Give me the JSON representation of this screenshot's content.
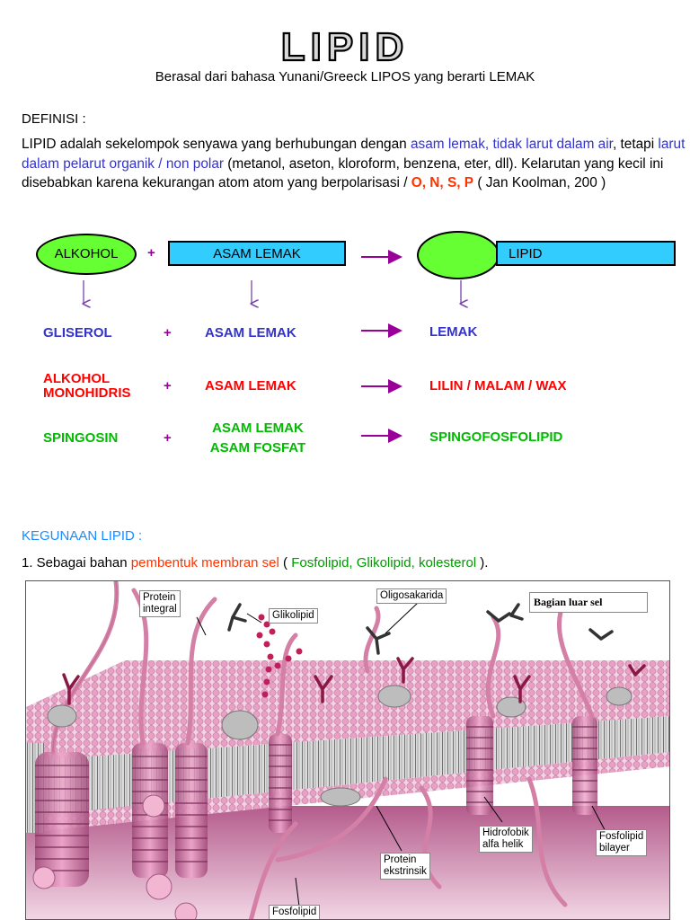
{
  "title": "LIPID",
  "subtitle": "Berasal dari bahasa Yunani/Greeck  LIPOS yang berarti LEMAK",
  "definition": {
    "label": "DEFINISI :",
    "t1": "LIPID adalah sekelompok senyawa yang berhubungan dengan ",
    "t2": "asam lemak, tidak larut  dalam air",
    "t3": ", tetapi ",
    "t4": "larut  dalam pelarut organik / non polar",
    "t5": " (metanol, aseton, kloroform, benzena, eter, dll). Kelarutan yang kecil ini disebabkan karena kekurangan atom atom yang berpolarisasi / ",
    "t6": "O, N, S, P",
    "t7": "  ( Jan Koolman, 200 )"
  },
  "scheme": {
    "alkohol": "ALKOHOL",
    "asam_lemak": "ASAM LEMAK",
    "lipid": "LIPID",
    "plus": "+"
  },
  "reactions": [
    {
      "left": "GLISEROL",
      "right": "ASAM LEMAK",
      "product": "LEMAK"
    },
    {
      "left": "ALKOHOL MONOHIDRIS",
      "right": "ASAM LEMAK",
      "product": "LILIN / MALAM / WAX"
    },
    {
      "left": "SPINGOSIN",
      "right": "ASAM LEMAK\nASAM FOSFAT",
      "product": "SPINGOFOSFOLIPID"
    }
  ],
  "reaction_labels": {
    "r2_left_line1": "ALKOHOL",
    "r2_left_line2": "MONOHIDRIS",
    "r3_right_line1": "ASAM LEMAK",
    "r3_right_line2": "ASAM FOSFAT"
  },
  "kegunaan": {
    "heading": "KEGUNAAN LIPID :",
    "p1_a": "1. Sebagai bahan ",
    "p1_b": "pembentuk membran sel",
    "p1_c": " ( ",
    "p1_d": "Fosfolipid, Glikolipid, kolesterol",
    "p1_e": " )."
  },
  "membrane_labels": {
    "protein_integral": "Protein\nintegral",
    "glikolipid": "Glikolipid",
    "oligosakarida": "Oligosakarida",
    "bagian_luar": "Bagian luar sel",
    "hidrofobik": "Hidrofobik\nalfa helik",
    "protein_ekstrinsik": "Protein\nekstrinsik",
    "fosfolipid_bilayer": "Fosfolipid\nbilayer",
    "fosfolipid": "Fosfolipid"
  },
  "colors": {
    "oval_green": "#66ff33",
    "bar_blue": "#33ccff",
    "arrow_purple": "#990099",
    "membrane_pink": "#e8a8c8",
    "protein_pink": "#d47fa6"
  }
}
